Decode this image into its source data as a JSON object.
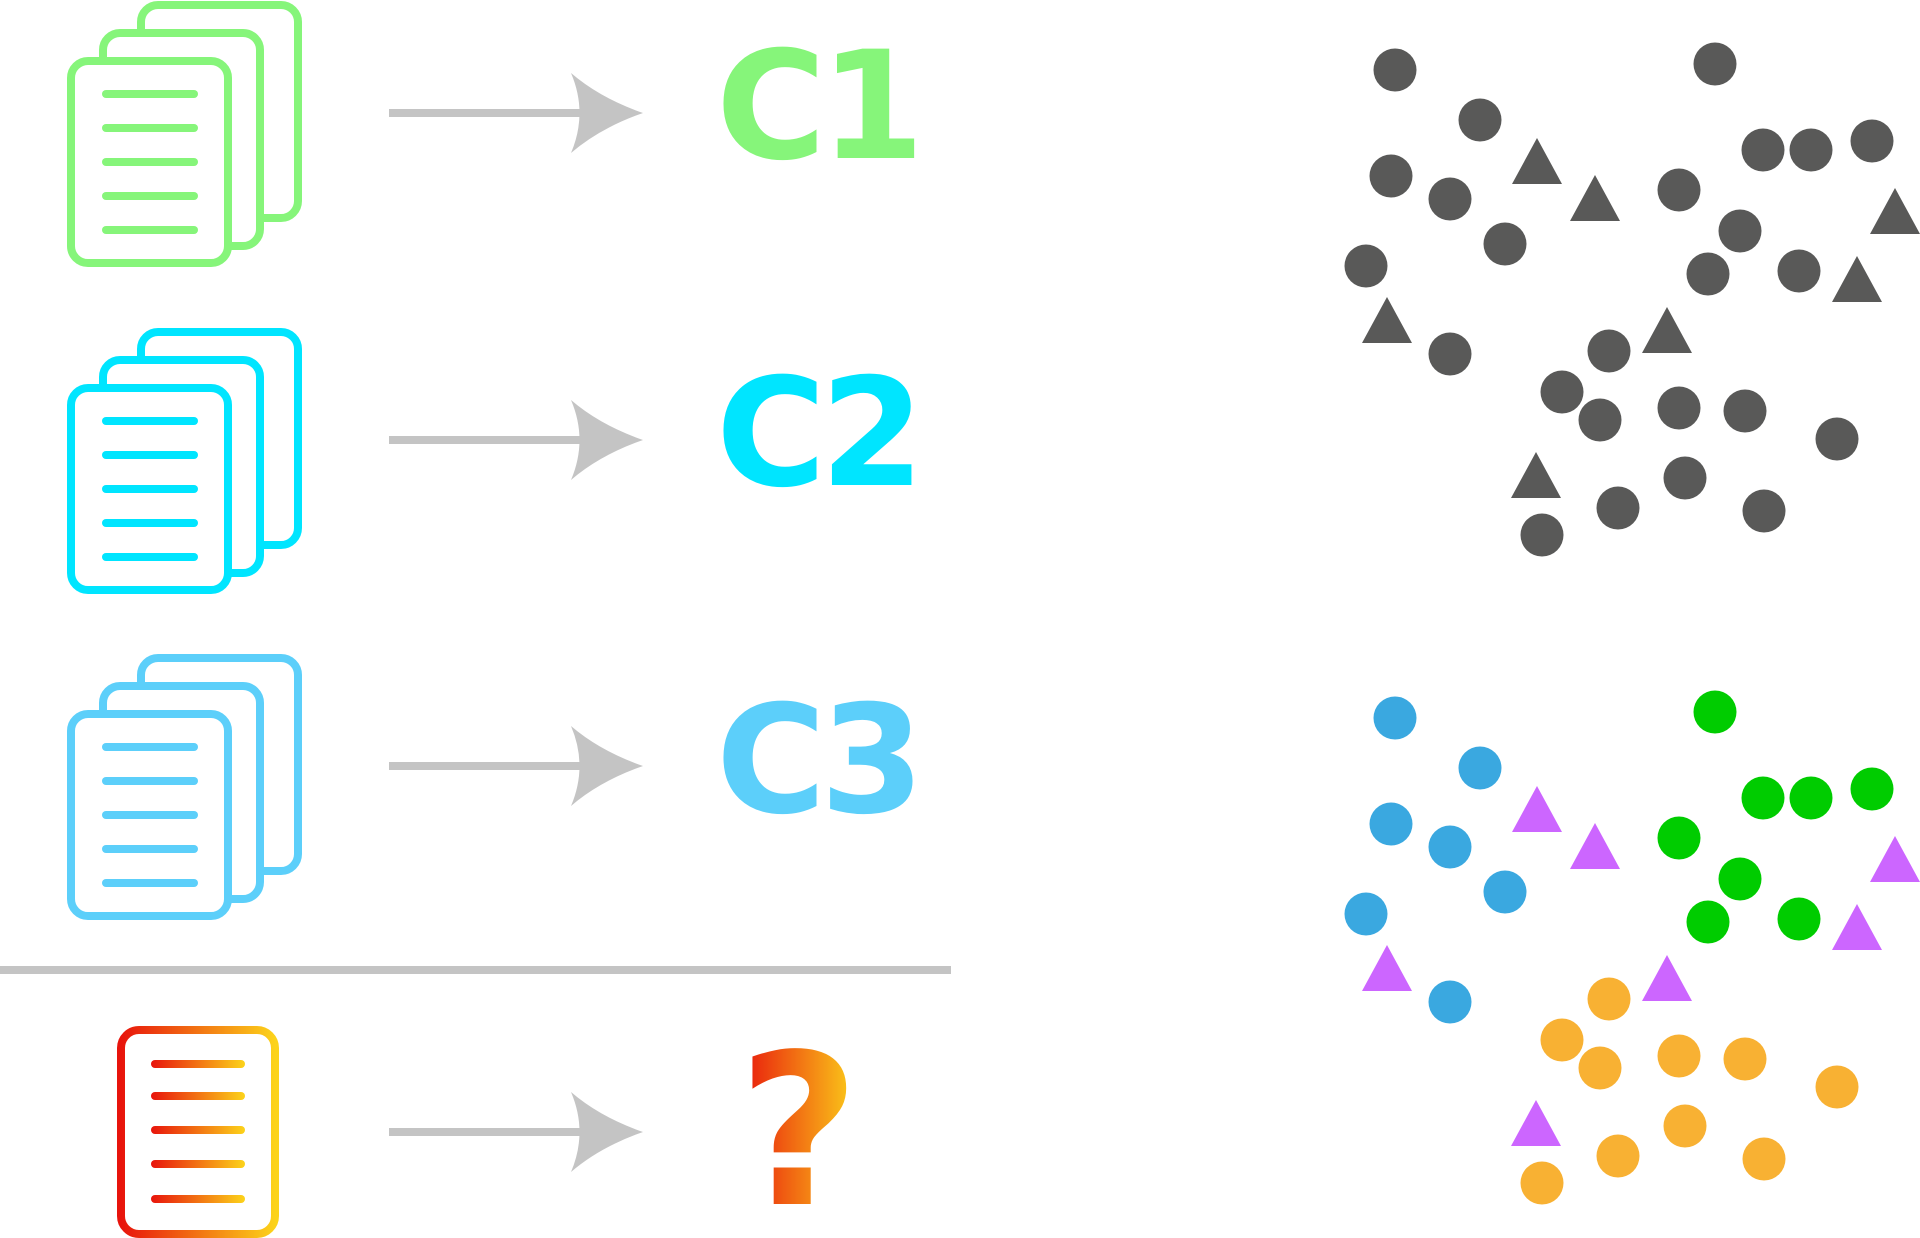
{
  "diagram": {
    "rows": [
      {
        "label": "C1",
        "color": "#86f57a",
        "kind": "stack"
      },
      {
        "label": "C2",
        "color": "#00e5ff",
        "kind": "stack"
      },
      {
        "label": "C3",
        "color": "#5ccffa",
        "kind": "stack"
      }
    ],
    "query": {
      "label": "?",
      "gradient": [
        "#e8140c",
        "#fcd31a"
      ],
      "kind": "single"
    },
    "arrow_color": "#c4c4c4",
    "divider_color": "#c4c4c4",
    "clusters": {
      "unlabeled": {
        "color": "#595958"
      },
      "labeled": {
        "colors": {
          "blue": "#3aa8e0",
          "green": "#00cc00",
          "orange": "#f8b133",
          "triangle": "#cc66ff"
        }
      }
    },
    "points": [
      {
        "shape": "circle",
        "group": "blue"
      },
      {
        "shape": "circle",
        "group": "green"
      },
      {
        "shape": "circle",
        "group": "blue"
      },
      {
        "shape": "circle",
        "group": "blue"
      },
      {
        "shape": "circle",
        "group": "blue"
      },
      {
        "shape": "circle",
        "group": "blue"
      },
      {
        "shape": "circle",
        "group": "blue"
      },
      {
        "shape": "circle",
        "group": "green"
      },
      {
        "shape": "circle",
        "group": "green"
      },
      {
        "shape": "circle",
        "group": "green"
      },
      {
        "shape": "circle",
        "group": "green"
      },
      {
        "shape": "circle",
        "group": "green"
      },
      {
        "shape": "circle",
        "group": "green"
      },
      {
        "shape": "circle",
        "group": "green"
      },
      {
        "shape": "circle",
        "group": "blue"
      },
      {
        "shape": "circle",
        "group": "orange"
      },
      {
        "shape": "circle",
        "group": "orange"
      },
      {
        "shape": "circle",
        "group": "orange"
      },
      {
        "shape": "circle",
        "group": "orange"
      },
      {
        "shape": "circle",
        "group": "orange"
      },
      {
        "shape": "circle",
        "group": "orange"
      },
      {
        "shape": "circle",
        "group": "orange"
      },
      {
        "shape": "circle",
        "group": "orange"
      },
      {
        "shape": "circle",
        "group": "orange"
      },
      {
        "shape": "circle",
        "group": "orange"
      },
      {
        "shape": "triangle",
        "group": "triangle"
      },
      {
        "shape": "triangle",
        "group": "triangle"
      },
      {
        "shape": "triangle",
        "group": "triangle"
      },
      {
        "shape": "triangle",
        "group": "triangle"
      },
      {
        "shape": "triangle",
        "group": "triangle"
      },
      {
        "shape": "triangle",
        "group": "triangle"
      },
      {
        "shape": "triangle",
        "group": "triangle"
      }
    ]
  }
}
